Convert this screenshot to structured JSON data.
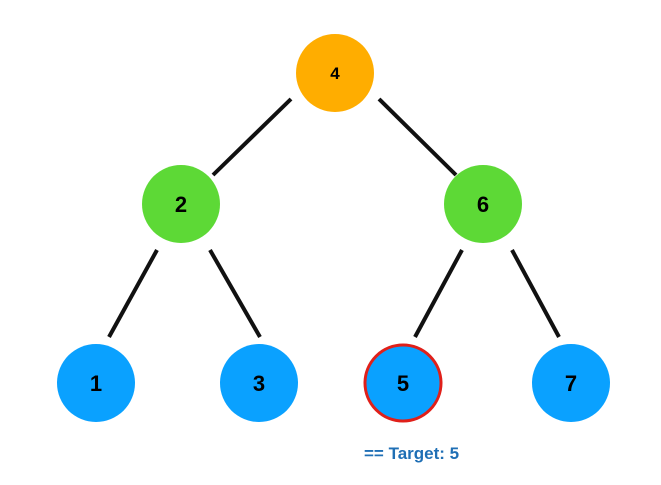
{
  "diagram": {
    "nodes": [
      {
        "id": "n4",
        "label": "4",
        "color": "#ffad00",
        "highlight": false
      },
      {
        "id": "n2",
        "label": "2",
        "color": "#5dd936",
        "highlight": false
      },
      {
        "id": "n6",
        "label": "6",
        "color": "#5dd936",
        "highlight": false
      },
      {
        "id": "n1",
        "label": "1",
        "color": "#0aa1ff",
        "highlight": false
      },
      {
        "id": "n3",
        "label": "3",
        "color": "#0aa1ff",
        "highlight": false
      },
      {
        "id": "n5",
        "label": "5",
        "color": "#0aa1ff",
        "highlight": true
      },
      {
        "id": "n7",
        "label": "7",
        "color": "#0aa1ff",
        "highlight": false
      }
    ],
    "edges": [
      {
        "from": "n4",
        "to": "n2"
      },
      {
        "from": "n4",
        "to": "n6"
      },
      {
        "from": "n2",
        "to": "n1"
      },
      {
        "from": "n2",
        "to": "n3"
      },
      {
        "from": "n6",
        "to": "n5"
      },
      {
        "from": "n6",
        "to": "n7"
      }
    ],
    "highlight_color": "#e0201a",
    "annotation": "== Target: 5"
  }
}
